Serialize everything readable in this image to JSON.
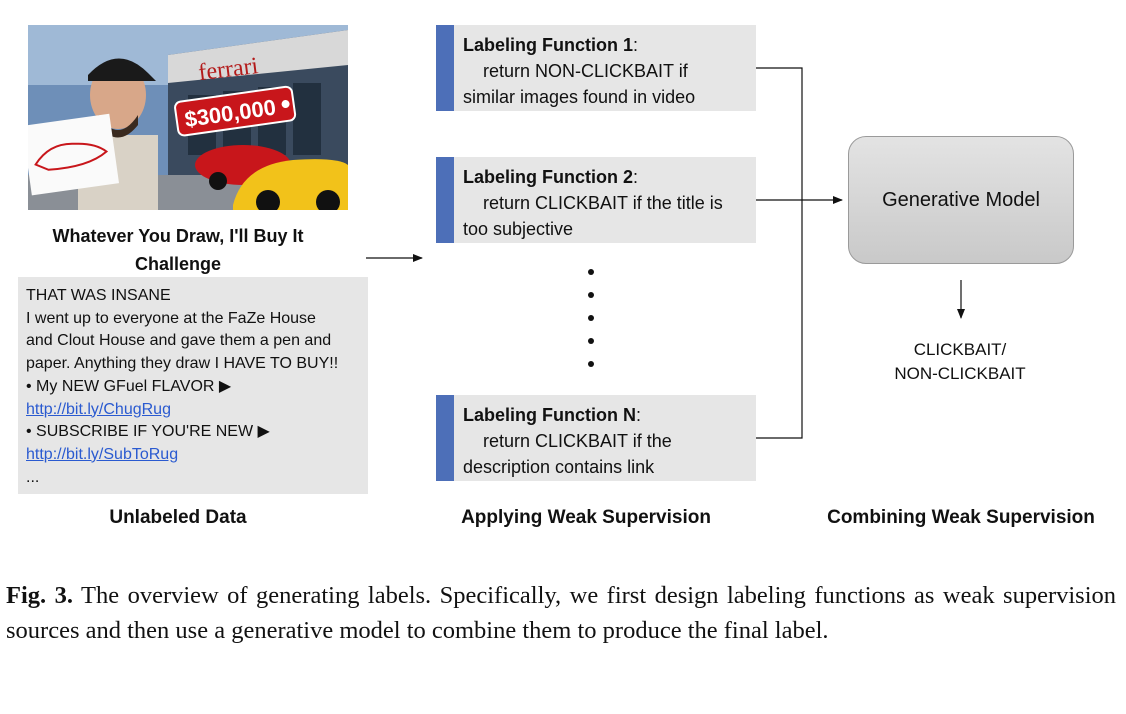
{
  "thumbnail": {
    "sign_text": "ferrari",
    "price_tag": "$300,000"
  },
  "video_title_line1": "Whatever You Draw, I'll Buy It",
  "video_title_line2": "Challenge",
  "description_lines": [
    "THAT WAS INSANE",
    "I went up to everyone at the FaZe House",
    "and Clout House and gave them a pen and",
    "paper. Anything they draw I HAVE TO BUY!!",
    "• My NEW GFuel FLAVOR ▶",
    "http://bit.ly/ChugRug",
    "• SUBSCRIBE IF YOU'RE NEW ▶",
    "http://bit.ly/SubToRug",
    "..."
  ],
  "labeling_functions": [
    {
      "name": "Labeling Function 1",
      "line1": "return NON-CLICKBAIT if",
      "line2": "similar images found in video"
    },
    {
      "name": "Labeling Function 2",
      "line1": "return CLICKBAIT if the title is",
      "line2": "too subjective"
    },
    {
      "name": "Labeling Function N",
      "line1": "return CLICKBAIT if the",
      "line2": "description contains link"
    }
  ],
  "generative_model_label": "Generative Model",
  "output_line1": "CLICKBAIT/",
  "output_line2": "NON-CLICKBAIT",
  "sections": {
    "unlabeled": "Unlabeled Data",
    "applying": "Applying Weak Supervision",
    "combining": "Combining Weak Supervision"
  },
  "caption": {
    "label": "Fig. 3.",
    "text": "The overview of generating labels. Specifically, we first design labeling functions as weak supervision sources and then use a generative model to combine them to produce the final label."
  },
  "colors": {
    "accent_bar": "#4d6fb8",
    "box_fill": "#e6e6e6",
    "link": "#2a5ad0"
  }
}
